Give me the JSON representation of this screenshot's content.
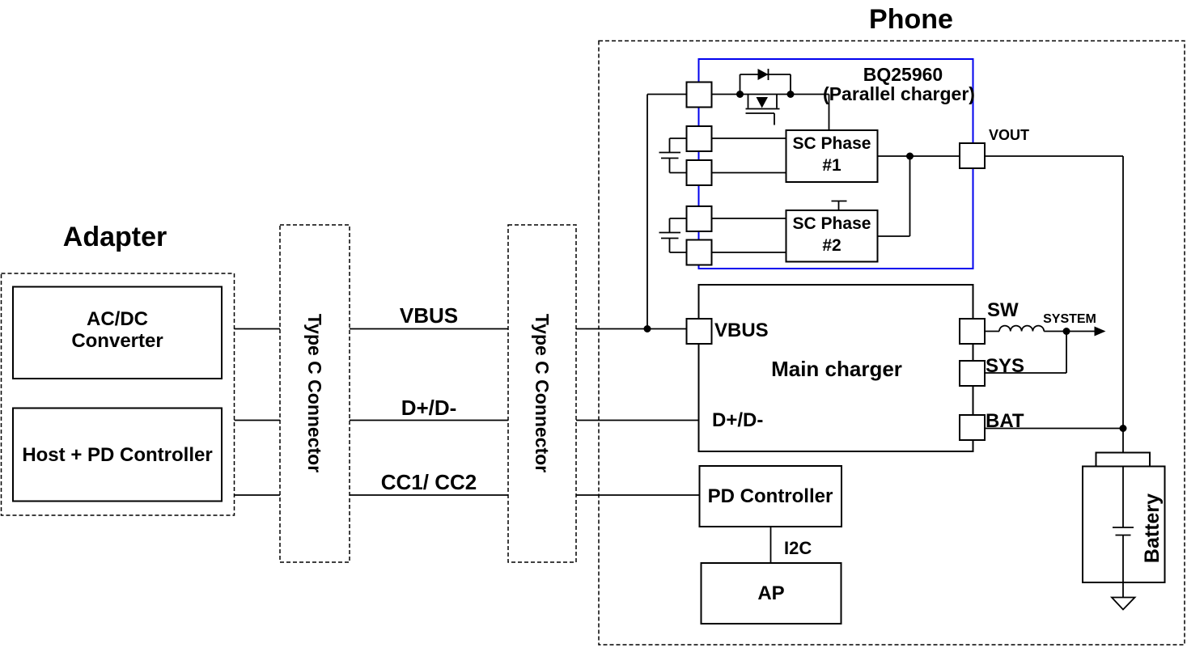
{
  "colors": {
    "accent_blue": "#0000ee",
    "line_black": "#000000",
    "background": "#ffffff"
  },
  "adapter": {
    "title": "Adapter",
    "acdc": {
      "line1": "AC/DC",
      "line2": "Converter"
    },
    "host_pd": "Host + PD Controller"
  },
  "connectors": {
    "left_label": "Type C Connector",
    "right_label": "Type C Connector"
  },
  "bus": {
    "vbus": "VBUS",
    "data": "D+/D-",
    "cc": "CC1/ CC2"
  },
  "phone": {
    "title": "Phone",
    "parallel": {
      "name": "BQ25960",
      "subtitle": "(Parallel charger)",
      "phase1_line1": "SC Phase",
      "phase1_line2": "#1",
      "phase2_line1": "SC Phase",
      "phase2_line2": "#2",
      "vout": "VOUT"
    },
    "main": {
      "title": "Main charger",
      "vbus": "VBUS",
      "data": "D+/D-",
      "sw": "SW",
      "sys": "SYS",
      "bat": "BAT",
      "system": "SYSTEM"
    },
    "pd_controller": "PD Controller",
    "i2c": "I2C",
    "ap": "AP",
    "battery": "Battery"
  }
}
